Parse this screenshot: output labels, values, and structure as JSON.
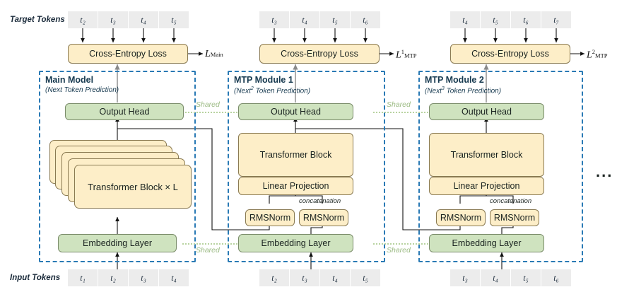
{
  "labels": {
    "target_tokens": "Target Tokens",
    "input_tokens": "Input Tokens",
    "shared": "Shared",
    "concatenation": "concatenation",
    "ellipsis": "..."
  },
  "colors": {
    "module_border": "#2a7ab5",
    "yellow_fill": "#fdeec8",
    "yellow_stroke": "#8a7a52",
    "green_fill": "#cfe3bf",
    "green_stroke": "#7a8c6a",
    "token_fill": "#ececec",
    "shared_dotted": "#b8d3a0",
    "text": "#1a2320",
    "title_text": "#16394f"
  },
  "columns": [
    {
      "id": "main-model",
      "title": "Main Model",
      "subtitle": "(Next Token Prediction)",
      "loss_symbol": {
        "base": "L",
        "sub": "Main",
        "sup": ""
      },
      "loss_box": "Cross-Entropy Loss",
      "target_tokens": [
        "t2",
        "t3",
        "t4",
        "t5"
      ],
      "input_tokens": [
        "t1",
        "t2",
        "t3",
        "t4"
      ],
      "nodes": {
        "output_head": "Output Head",
        "trunk": "Transformer Block × L",
        "embedding": "Embedding Layer"
      }
    },
    {
      "id": "mtp-module-1",
      "title": "MTP Module 1",
      "subtitle_pre": "(Next",
      "subtitle_sup": "2",
      "subtitle_post": " Token Prediction)",
      "loss_symbol": {
        "base": "L",
        "sub": "MTP",
        "sup": "1"
      },
      "loss_box": "Cross-Entropy Loss",
      "target_tokens": [
        "t3",
        "t4",
        "t5",
        "t6"
      ],
      "input_tokens": [
        "t2",
        "t3",
        "t4",
        "t5"
      ],
      "nodes": {
        "output_head": "Output Head",
        "transformer_block": "Transformer Block",
        "linear_projection": "Linear Projection",
        "rmsnorm_left": "RMSNorm",
        "rmsnorm_right": "RMSNorm",
        "embedding": "Embedding Layer"
      }
    },
    {
      "id": "mtp-module-2",
      "title": "MTP Module 2",
      "subtitle_pre": "(Next",
      "subtitle_sup": "3",
      "subtitle_post": " Token Prediction)",
      "loss_symbol": {
        "base": "L",
        "sub": "MTP",
        "sup": "2"
      },
      "loss_box": "Cross-Entropy Loss",
      "target_tokens": [
        "t4",
        "t5",
        "t6",
        "t7"
      ],
      "input_tokens": [
        "t3",
        "t4",
        "t5",
        "t6"
      ],
      "nodes": {
        "output_head": "Output Head",
        "transformer_block": "Transformer Block",
        "linear_projection": "Linear Projection",
        "rmsnorm_left": "RMSNorm",
        "rmsnorm_right": "RMSNorm",
        "embedding": "Embedding Layer"
      }
    }
  ],
  "shared_links": [
    {
      "id": "shared-output-head-1",
      "label": "Shared"
    },
    {
      "id": "shared-output-head-2",
      "label": "Shared"
    },
    {
      "id": "shared-embedding-1",
      "label": "Shared"
    },
    {
      "id": "shared-embedding-2",
      "label": "Shared"
    }
  ],
  "token_glyphs": {
    "t1": "t₁",
    "t2": "t₂",
    "t3": "t₃",
    "t4": "t₄",
    "t5": "t₅",
    "t6": "t₆",
    "t7": "t₇"
  }
}
